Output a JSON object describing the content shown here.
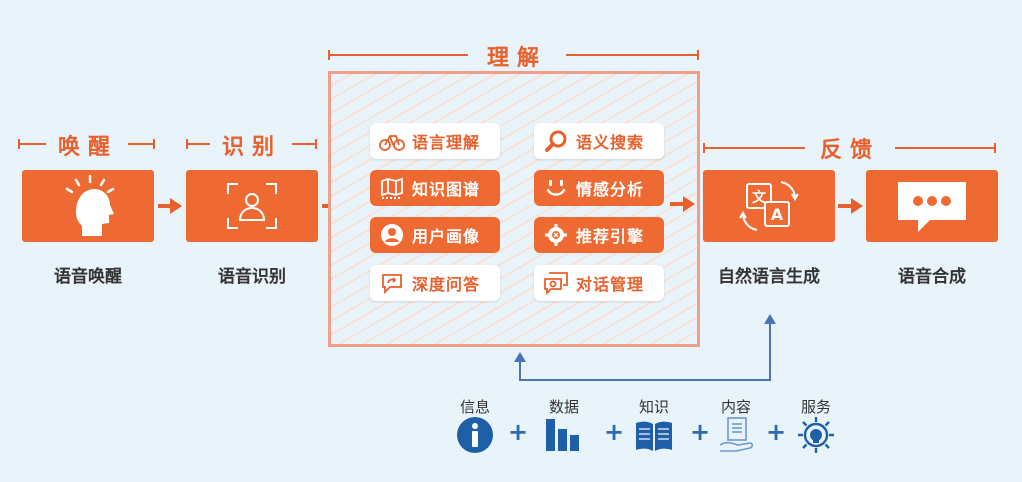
{
  "sections": {
    "wake": "唤醒",
    "recognize": "识别",
    "understand": "理解",
    "feedback": "反馈"
  },
  "stages": {
    "wake": "语音唤醒",
    "asr": "语音识别",
    "nlg": "自然语言生成",
    "tts": "语音合成"
  },
  "understanding": {
    "nlu": "语言理解",
    "search": "语义搜索",
    "kg": "知识图谱",
    "sentiment": "情感分析",
    "profile": "用户画像",
    "recommend": "推荐引擎",
    "qa": "深度问答",
    "dialog": "对话管理"
  },
  "resources": {
    "info": "信息",
    "data": "数据",
    "knowledge": "知识",
    "content": "内容",
    "service": "服务",
    "plus": "+"
  },
  "colors": {
    "accent": "#ee6a32",
    "link": "#2b6cb0",
    "background": "#e8f3fa"
  }
}
